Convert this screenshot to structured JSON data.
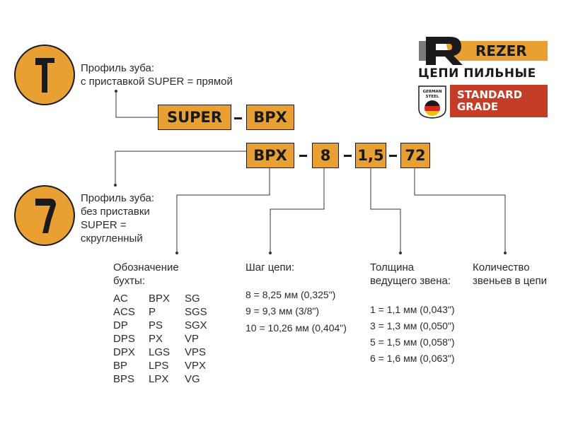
{
  "brand": {
    "name": "REZER",
    "tagline": "ЦЕПИ ПИЛЬНЫЕ",
    "badge_text": "GERMAN STEEL",
    "grade_line1": "STANDARD",
    "grade_line2": "GRADE",
    "colors": {
      "accent": "#e8a033",
      "grade": "#c43d27",
      "logo_gray": "#7a7a7a",
      "dark": "#1a1a1a"
    }
  },
  "profile_top": {
    "icon": "straight-tooth-profile-icon",
    "line1": "Профиль зуба:",
    "line2": "с приставкой SUPER = прямой"
  },
  "profile_bottom": {
    "icon": "rounded-tooth-profile-icon",
    "line1": "Профиль зуба:",
    "line2": "без приставки",
    "line3": "SUPER =",
    "line4": "скругленный"
  },
  "code_top": {
    "part1": "SUPER",
    "sep": "–",
    "part2": "BPX"
  },
  "code_main": {
    "type": "BPX",
    "pitch": "8",
    "gauge": "1,5",
    "links": "72",
    "sep": "–"
  },
  "coil": {
    "title1": "Обозначение",
    "title2": "бухты:",
    "col1": [
      "AC",
      "ACS",
      "DP",
      "DPS",
      "DPX",
      "BP",
      "BPS"
    ],
    "col2": [
      "BPX",
      "P",
      "PS",
      "PX",
      "LGS",
      "LPS",
      "LPX"
    ],
    "col3": [
      "SG",
      "SGS",
      "SGX",
      "VP",
      "VPS",
      "VPX",
      "VG"
    ]
  },
  "pitch": {
    "title": "Шаг цепи:",
    "values": [
      "8 = 8,25 мм (0,325\")",
      "9 = 9,3 мм (3/8\")",
      "10 = 10,26 мм (0,404\")"
    ]
  },
  "gauge": {
    "title1": "Толщина",
    "title2": "ведущего звена:",
    "values": [
      "1 = 1,1 мм (0,043\")",
      "3 = 1,3 мм (0,050\")",
      "5 = 1,5 мм (0,058\")",
      "6 = 1,6 мм (0,063\")"
    ]
  },
  "links": {
    "title1": "Количество",
    "title2": "звеньев в цепи"
  }
}
